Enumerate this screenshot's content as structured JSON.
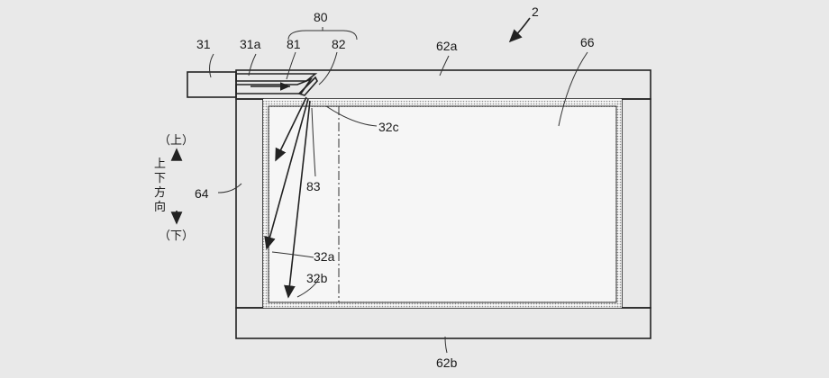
{
  "figure": {
    "device_label": "2",
    "colors": {
      "background": "#e9e9e9",
      "line": "#222222",
      "hatch": "#555555",
      "inner_fill": "#f6f6f6",
      "dotted_layer": "#8a8a8a"
    }
  },
  "labels": {
    "l31": "31",
    "l31a": "31a",
    "l80": "80",
    "l81": "81",
    "l82": "82",
    "l62a": "62a",
    "l66": "66",
    "l32c": "32c",
    "l83": "83",
    "l64": "64",
    "l32a": "32a",
    "l32b": "32b",
    "l62b": "62b"
  },
  "direction": {
    "up_marker": "（上）",
    "down_marker": "（下）",
    "chars": [
      "上",
      "下",
      "方",
      "向"
    ]
  }
}
